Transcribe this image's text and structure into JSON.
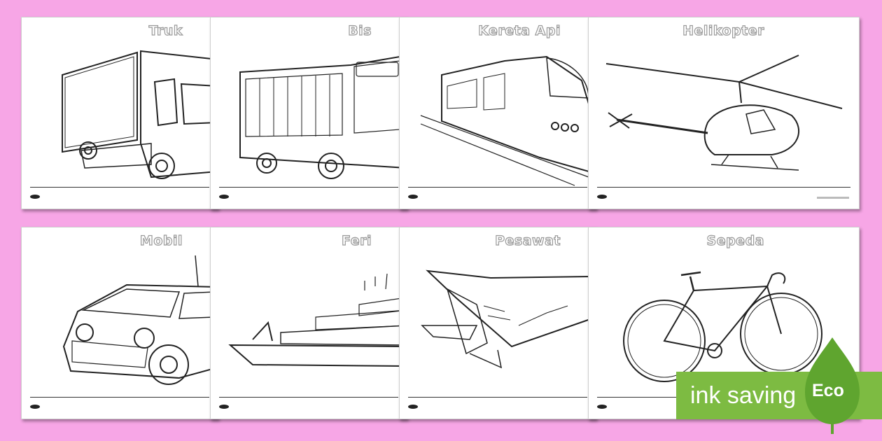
{
  "cards": [
    {
      "title": "Truk"
    },
    {
      "title": "Bis"
    },
    {
      "title": "Kereta Api"
    },
    {
      "title": "Helikopter"
    },
    {
      "title": "Mobil"
    },
    {
      "title": "Feri"
    },
    {
      "title": "Pesawat"
    },
    {
      "title": "Sepeda"
    }
  ],
  "badge": {
    "label": "ink saving",
    "tag": "Eco"
  },
  "colors": {
    "background": "#f7a6e6",
    "badge": "#7dbb42"
  }
}
